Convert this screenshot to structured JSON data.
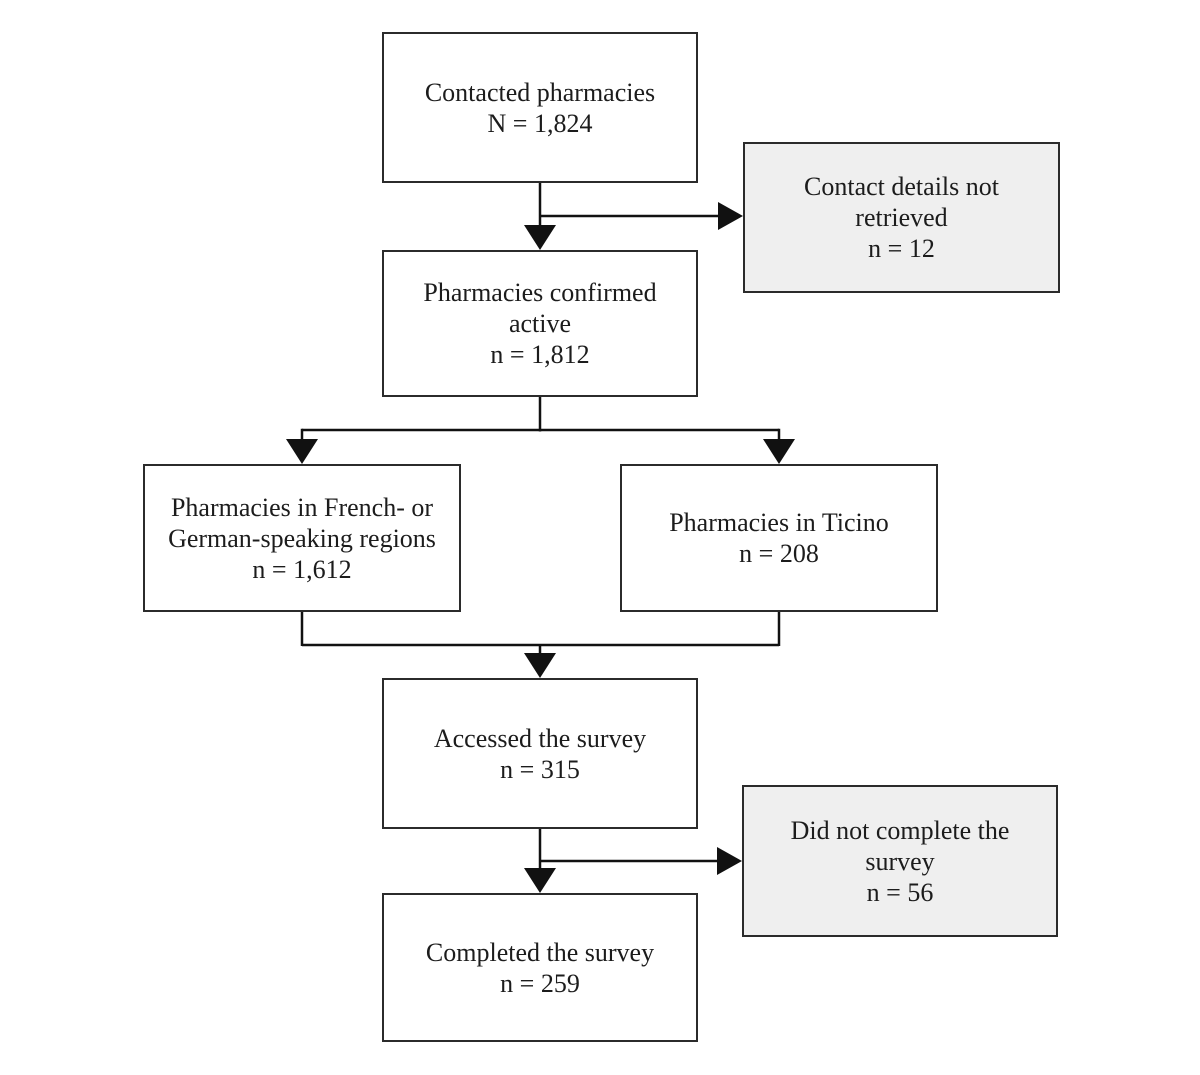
{
  "colors": {
    "background": "#ffffff",
    "box_border": "#2b2b2b",
    "box_fill": "#ffffff",
    "side_box_fill": "#efefef",
    "connector": "#111111",
    "text": "#1c1c1c"
  },
  "boxes": {
    "contacted": {
      "label": "Contacted pharmacies",
      "value": "N = 1,824"
    },
    "not_retrieved": {
      "label": "Contact details not\nretrieved",
      "value": "n = 12"
    },
    "confirmed_active": {
      "label": "Pharmacies confirmed\nactive",
      "value": "n = 1,812"
    },
    "french_german": {
      "label": "Pharmacies in French- or\nGerman-speaking regions",
      "value": "n = 1,612"
    },
    "ticino": {
      "label": "Pharmacies in Ticino",
      "value": "n = 208"
    },
    "accessed": {
      "label": "Accessed the survey",
      "value": "n = 315"
    },
    "not_completed": {
      "label": "Did not complete the\nsurvey",
      "value": "n = 56"
    },
    "completed": {
      "label": "Completed the survey",
      "value": "n = 259"
    }
  }
}
